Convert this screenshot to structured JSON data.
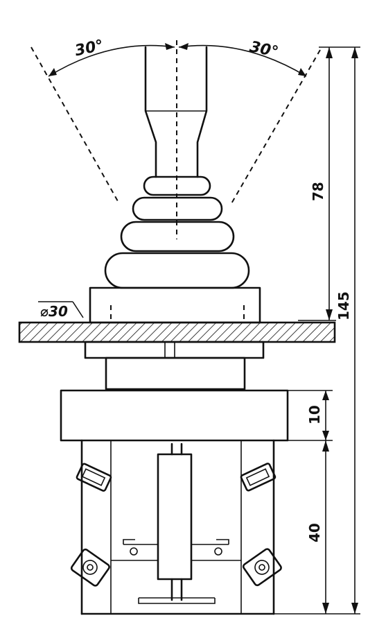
{
  "drawing": {
    "angles": {
      "left": "30°",
      "right": "30°"
    },
    "diameter_label": "⌀30",
    "dimensions": {
      "height_above_plate": "78",
      "overall_height": "145",
      "body_thickness": "10",
      "lower_height": "40"
    }
  }
}
